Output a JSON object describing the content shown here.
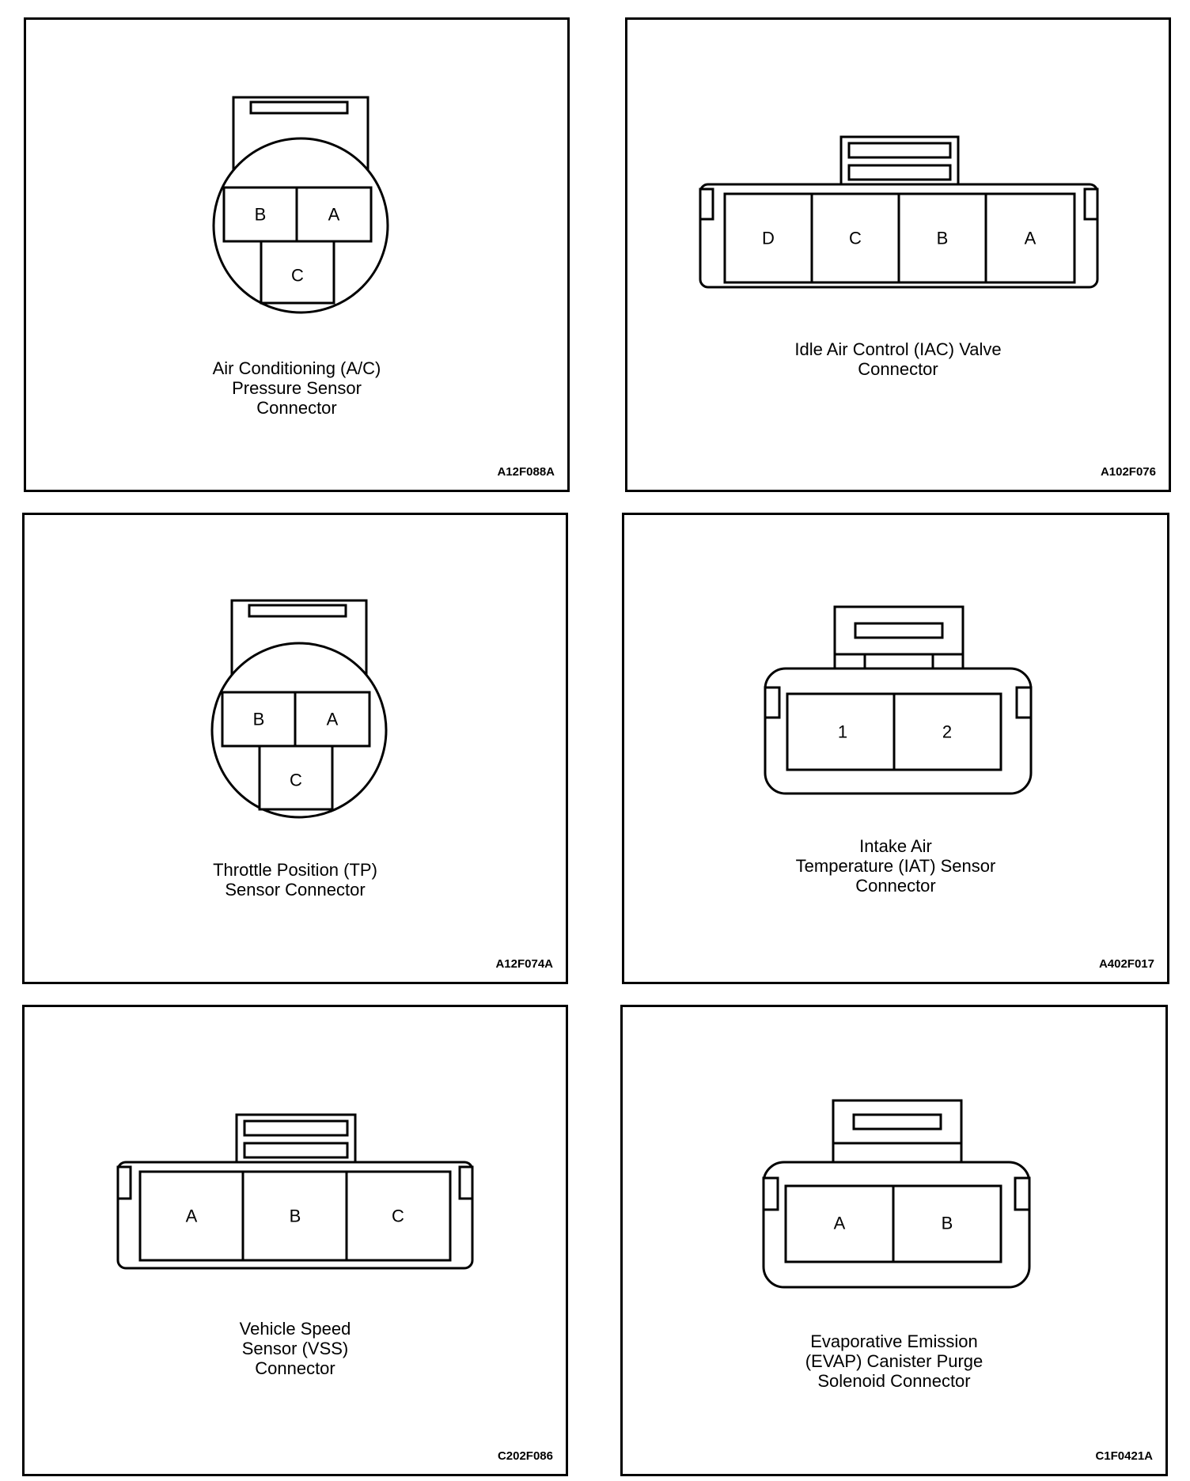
{
  "panels": [
    {
      "caption": [
        "Air Conditioning (A/C)",
        "Pressure Sensor",
        "Connector"
      ],
      "figure_id": "A12F088A",
      "pins": [
        "B",
        "A",
        "C"
      ]
    },
    {
      "caption": [
        "Idle Air Control (IAC) Valve",
        "Connector"
      ],
      "figure_id": "A102F076",
      "pins": [
        "D",
        "C",
        "B",
        "A"
      ]
    },
    {
      "caption": [
        "Throttle Position (TP)",
        "Sensor Connector"
      ],
      "figure_id": "A12F074A",
      "pins": [
        "B",
        "A",
        "C"
      ]
    },
    {
      "caption": [
        "Intake Air",
        "Temperature (IAT) Sensor",
        "Connector"
      ],
      "figure_id": "A402F017",
      "pins": [
        "1",
        "2"
      ]
    },
    {
      "caption": [
        "Vehicle Speed",
        "Sensor (VSS)",
        "Connector"
      ],
      "figure_id": "C202F086",
      "pins": [
        "A",
        "B",
        "C"
      ]
    },
    {
      "caption": [
        "Evaporative Emission",
        "(EVAP) Canister Purge",
        "Solenoid Connector"
      ],
      "figure_id": "C1F0421A",
      "pins": [
        "A",
        "B"
      ]
    }
  ]
}
